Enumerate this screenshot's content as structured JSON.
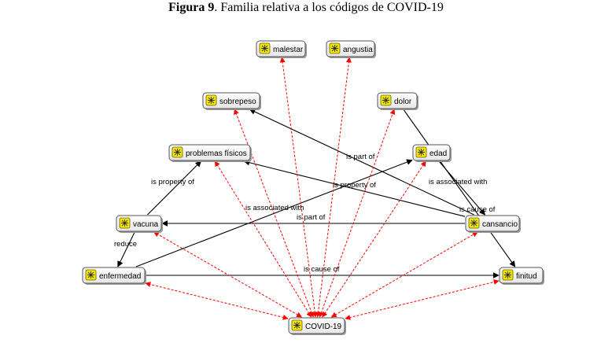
{
  "figure": {
    "label": "Figura 9",
    "title": ". Familia relativa a los códigos de COVID-19"
  },
  "colors": {
    "node_icon": "#f2e600",
    "node_border": "#555555",
    "relation_edge": "#000000",
    "covid_edge": "#ff0000"
  },
  "nodes": [
    {
      "id": "malestar",
      "label": "malestar"
    },
    {
      "id": "angustia",
      "label": "angustia"
    },
    {
      "id": "sobrepeso",
      "label": "sobrepeso"
    },
    {
      "id": "dolor",
      "label": "dolor"
    },
    {
      "id": "problemas",
      "label": "problemas físicos"
    },
    {
      "id": "edad",
      "label": "edad"
    },
    {
      "id": "vacuna",
      "label": "vacuna"
    },
    {
      "id": "cansancio",
      "label": "cansancio"
    },
    {
      "id": "enfermedad",
      "label": "enfermedad"
    },
    {
      "id": "finitud",
      "label": "finitud"
    },
    {
      "id": "covid",
      "label": "COVID-19"
    }
  ],
  "edges": [
    {
      "from": "cansancio",
      "to": "sobrepeso",
      "label": "is part of",
      "style": "solid"
    },
    {
      "from": "cansancio",
      "to": "problemas",
      "label": "is property of",
      "style": "solid"
    },
    {
      "from": "cansancio",
      "to": "vacuna",
      "label": "is part of",
      "style": "solid"
    },
    {
      "from": "edad",
      "to": "cansancio",
      "label": "is associated with",
      "style": "solid"
    },
    {
      "from": "enfermedad",
      "to": "edad",
      "label": "is associated with",
      "style": "solid"
    },
    {
      "from": "dolor",
      "to": "finitud",
      "label": "is cause of",
      "style": "solid"
    },
    {
      "from": "vacuna",
      "to": "problemas",
      "label": "is property of",
      "style": "solid"
    },
    {
      "from": "vacuna",
      "to": "enfermedad",
      "label": "reduce",
      "style": "solid"
    },
    {
      "from": "enfermedad",
      "to": "finitud",
      "label": "is cause of",
      "style": "solid"
    },
    {
      "from": "covid",
      "to": "malestar",
      "label": "",
      "style": "dashed"
    },
    {
      "from": "covid",
      "to": "angustia",
      "label": "",
      "style": "dashed"
    },
    {
      "from": "covid",
      "to": "sobrepeso",
      "label": "",
      "style": "dashed"
    },
    {
      "from": "covid",
      "to": "dolor",
      "label": "",
      "style": "dashed"
    },
    {
      "from": "covid",
      "to": "problemas",
      "label": "",
      "style": "dashed"
    },
    {
      "from": "covid",
      "to": "edad",
      "label": "",
      "style": "dashed"
    },
    {
      "from": "covid",
      "to": "vacuna",
      "label": "",
      "style": "dashed"
    },
    {
      "from": "covid",
      "to": "cansancio",
      "label": "",
      "style": "dashed"
    },
    {
      "from": "covid",
      "to": "enfermedad",
      "label": "",
      "style": "dashed"
    },
    {
      "from": "covid",
      "to": "finitud",
      "label": "",
      "style": "dashed"
    }
  ]
}
